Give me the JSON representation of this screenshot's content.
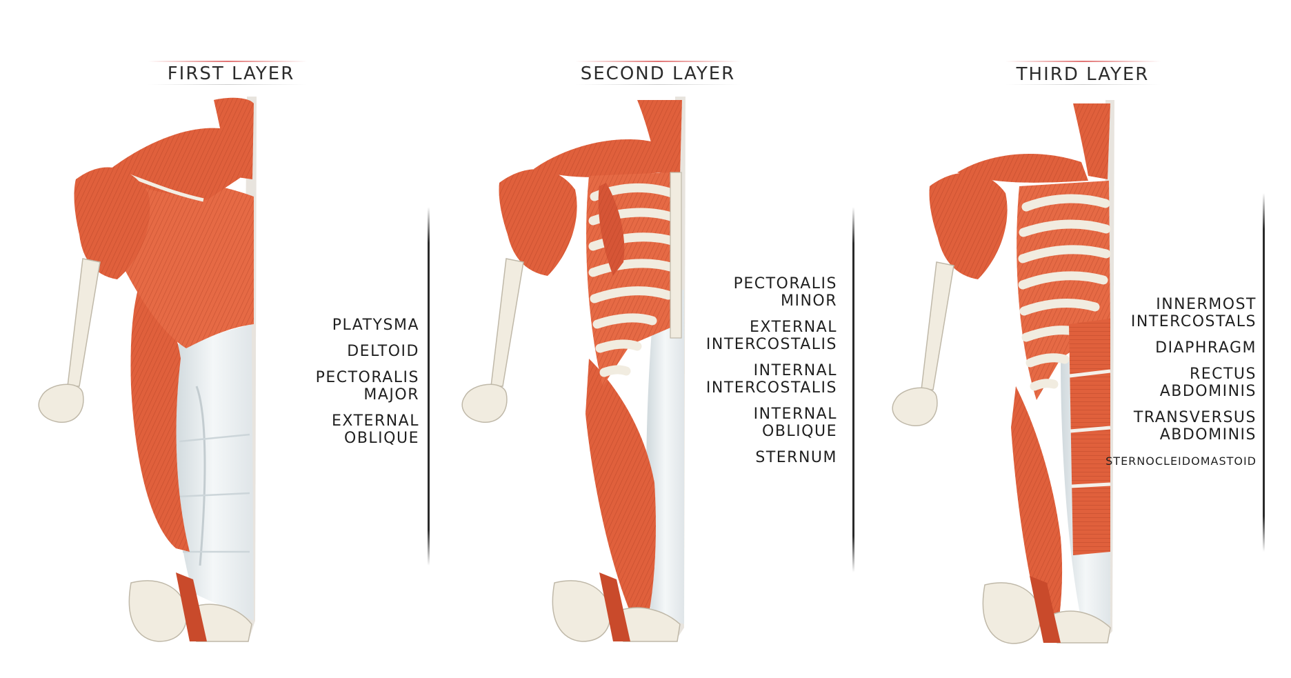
{
  "layers": [
    {
      "title": "FIRST LAYER",
      "labels": [
        {
          "lines": [
            "PLATYSMA"
          ]
        },
        {
          "lines": [
            "DELTOID"
          ]
        },
        {
          "lines": [
            "PECTORALIS",
            "MAJOR"
          ]
        },
        {
          "lines": [
            "EXTERNAL",
            "OBLIQUE"
          ]
        }
      ]
    },
    {
      "title": "SECOND LAYER",
      "labels": [
        {
          "lines": [
            "PECTORALIS",
            "MINOR"
          ]
        },
        {
          "lines": [
            "EXTERNAL",
            "INTERCOSTALIS"
          ]
        },
        {
          "lines": [
            "INTERNAL",
            "INTERCOSTALIS"
          ]
        },
        {
          "lines": [
            "INTERNAL",
            "OBLIQUE"
          ]
        },
        {
          "lines": [
            "STERNUM"
          ]
        }
      ]
    },
    {
      "title": "THIRD LAYER",
      "labels": [
        {
          "lines": [
            "INNERMOST",
            "INTERCOSTALS"
          ]
        },
        {
          "lines": [
            "DIAPHRAGM"
          ]
        },
        {
          "lines": [
            "RECTUS",
            "ABDOMINIS"
          ]
        },
        {
          "lines": [
            "TRANSVERSUS",
            "ABDOMINIS"
          ]
        },
        {
          "lines": [
            "STERNOCLEIDOMASTOID"
          ],
          "small": true
        }
      ]
    }
  ],
  "colors": {
    "muscle": "#e0603c",
    "muscle_dark": "#b83f22",
    "bone": "#f1ece0",
    "fascia": "#e9eef0"
  }
}
